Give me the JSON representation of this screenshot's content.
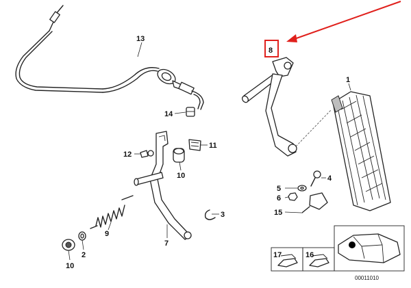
{
  "diagram": {
    "callouts": {
      "p1": "1",
      "p2": "2",
      "p3": "3",
      "p4": "4",
      "p5": "5",
      "p6": "6",
      "p7": "7",
      "p8": "8",
      "p9": "9",
      "p10a": "10",
      "p10b": "10",
      "p11": "11",
      "p12": "12",
      "p13": "13",
      "p14": "14",
      "p15": "15",
      "p16": "16",
      "p17": "17"
    },
    "diagram_number": "00011010",
    "highlight_color": "#e0201c"
  }
}
